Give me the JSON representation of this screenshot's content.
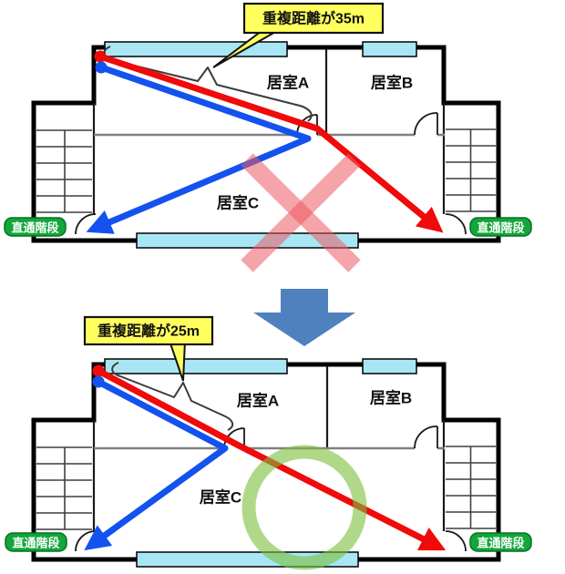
{
  "top_plan": {
    "callout_label": "重複距離が35m",
    "room_a": "居室A",
    "room_b": "居室B",
    "room_c": "居室C",
    "stair_left": "直通階段",
    "stair_right": "直通階段",
    "verdict": "ng-cross"
  },
  "bottom_plan": {
    "callout_label": "重複距離が25m",
    "room_a": "居室A",
    "room_b": "居室B",
    "room_c": "居室C",
    "stair_left": "直通階段",
    "stair_right": "直通階段",
    "verdict": "ok-circle"
  },
  "colors": {
    "route_red": "#f00a0a",
    "route_blue": "#1352ef",
    "window_fill": "#a9e6f5",
    "wall_black": "#000000",
    "inner_wall_gray": "#808080",
    "callout_bg": "#ffff5e",
    "stair_badge_bg": "#12a63b",
    "stair_badge_border": "#0a6e24",
    "ng_cross_pink": "rgba(236,90,98,0.55)",
    "ok_circle_green": "rgba(124,190,58,0.6)",
    "transition_arrow_blue": "#4e81bd"
  }
}
